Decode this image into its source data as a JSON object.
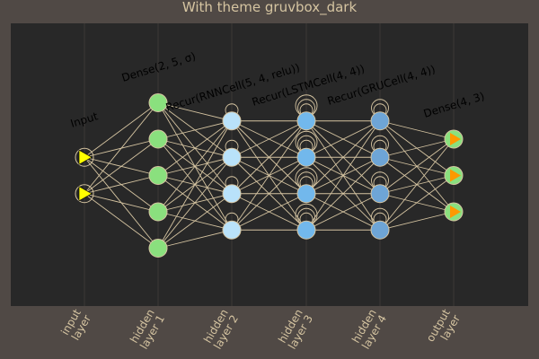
{
  "title": "With theme gruvbox_dark",
  "colors": {
    "background": "#504945",
    "plot_area": "#282828",
    "edge": "#d5c4a1",
    "node_outline": "#d5c4a1",
    "input_marker": "#ffff00",
    "output_marker": "#ff9900",
    "dense_node": "#8ae07e",
    "rnn_node": "#b9e2fa",
    "lstm_node": "#72b8ec",
    "gru_node": "#6ea5d6",
    "label_text": "#000000",
    "tick_text": "#d5c4a1"
  },
  "layers": [
    {
      "id": "input",
      "label": "Input",
      "axis_label": [
        "input",
        "layer"
      ],
      "nodes": 2,
      "kind": "input",
      "recurrent": false
    },
    {
      "id": "hidden1",
      "label": "Dense(2, 5, σ)",
      "axis_label": [
        "hidden",
        "layer 1"
      ],
      "nodes": 5,
      "kind": "dense",
      "recurrent": false
    },
    {
      "id": "hidden2",
      "label": "Recur(RNNCell(5, 4, relu))",
      "axis_label": [
        "hidden",
        "layer 2"
      ],
      "nodes": 4,
      "kind": "rnn",
      "recurrent": true
    },
    {
      "id": "hidden3",
      "label": "Recur(LSTMCell(4, 4))",
      "axis_label": [
        "hidden",
        "layer 3"
      ],
      "nodes": 4,
      "kind": "lstm",
      "recurrent": true
    },
    {
      "id": "hidden4",
      "label": "Recur(GRUCell(4, 4))",
      "axis_label": [
        "hidden",
        "layer 4"
      ],
      "nodes": 4,
      "kind": "gru",
      "recurrent": true
    },
    {
      "id": "output",
      "label": "Dense(4, 3)",
      "axis_label": [
        "output",
        "layer"
      ],
      "nodes": 3,
      "kind": "output",
      "recurrent": false
    }
  ]
}
